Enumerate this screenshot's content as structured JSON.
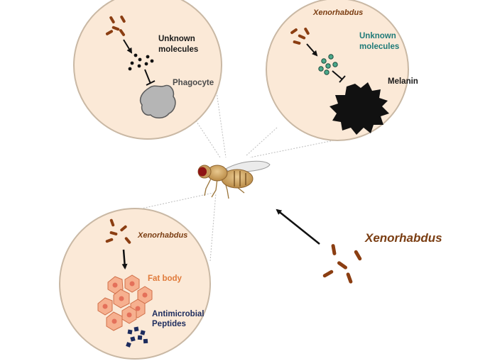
{
  "colors": {
    "circle_fill": "#fbe9d7",
    "circle_stroke": "#c9b8a4",
    "bacteria": "#8b3e12",
    "xenorhabdus_text": "#7a3d12",
    "teal": "#1f7a78",
    "orange": "#e07a3a",
    "navy": "#1d2c5e",
    "melanin": "#111111",
    "phagocyte": "#b5b5b5",
    "fat_cell": "#f6b08f"
  },
  "panels": {
    "phagocyte": {
      "unknown_line1": "Unknown",
      "unknown_line2": "molecules",
      "cell_label": "Phagocyte"
    },
    "melanin": {
      "pathogen": "Xenorhabdus",
      "unknown_line1": "Unknown",
      "unknown_line2": "molecules",
      "target_label": "Melanin"
    },
    "fatbody": {
      "pathogen": "Xenorhabdus",
      "tissue_label": "Fat body",
      "amp_line1": "Antimicrobial",
      "amp_line2": "Peptides"
    }
  },
  "pathogen_label": "Xenorhabdus"
}
